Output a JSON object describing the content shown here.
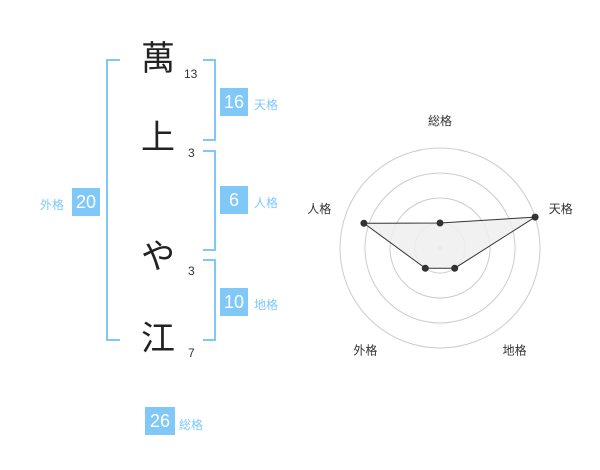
{
  "name": {
    "characters": [
      {
        "char": "萬",
        "strokes": "13"
      },
      {
        "char": "上",
        "strokes": "3"
      },
      {
        "char": "や",
        "strokes": "3"
      },
      {
        "char": "江",
        "strokes": "7"
      }
    ]
  },
  "fortunes": {
    "tenkaku": {
      "value": "16",
      "label": "天格"
    },
    "jinkaku": {
      "value": "6",
      "label": "人格"
    },
    "chikaku": {
      "value": "10",
      "label": "地格"
    },
    "gaikaku": {
      "value": "20",
      "label": "外格"
    },
    "soukaku": {
      "value": "26",
      "label": "総格"
    }
  },
  "colors": {
    "accent": "#7fc8f8",
    "text": "#222222",
    "grid": "#cccccc",
    "polygon_fill": "#eeeeee"
  },
  "chart_data": {
    "type": "radar",
    "axes": [
      "総格",
      "天格",
      "地格",
      "外格",
      "人格"
    ],
    "values": [
      0.25,
      1.0,
      0.25,
      0.25,
      0.8
    ],
    "rings": 4,
    "range": [
      0,
      1
    ]
  }
}
